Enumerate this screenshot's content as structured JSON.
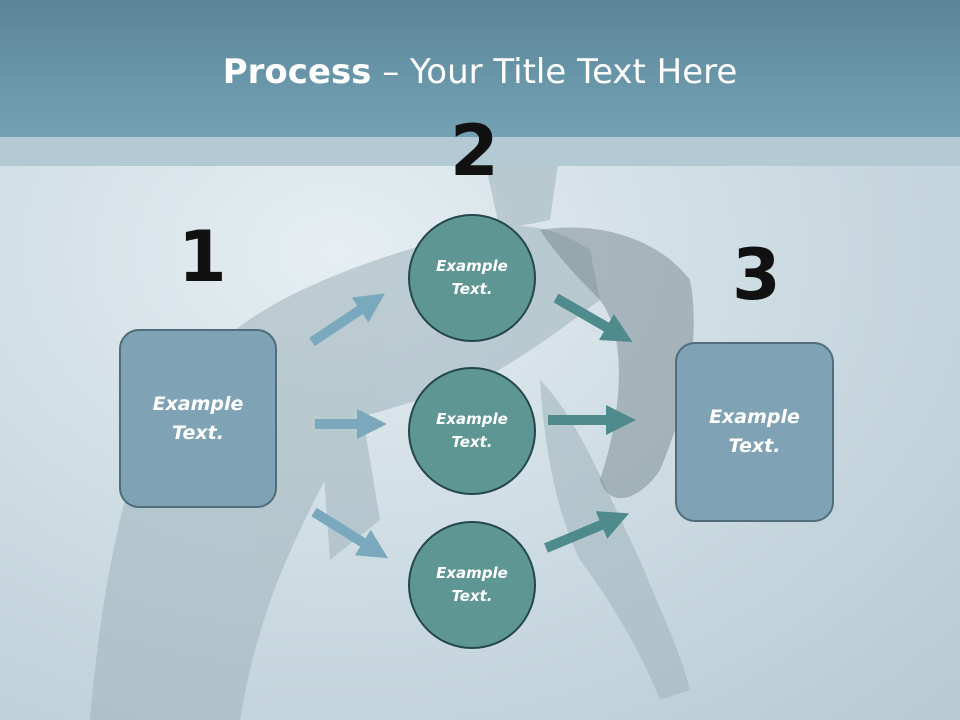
{
  "title": {
    "bold": "Process",
    "rest": " – Your Title Text Here"
  },
  "numbers": [
    "1",
    "2",
    "3"
  ],
  "left_box": {
    "line1": "Example",
    "line2": "Text."
  },
  "circles": [
    {
      "line1": "Example",
      "line2": "Text."
    },
    {
      "line1": "Example",
      "line2": "Text."
    },
    {
      "line1": "Example",
      "line2": "Text."
    }
  ],
  "right_box": {
    "line1": "Example",
    "line2": "Text."
  },
  "colors": {
    "header": "#6f9db0",
    "box": "#7fa3b4",
    "circle": "#5e9693",
    "arrow_light": "#7aa9bd",
    "arrow_dark": "#4f8a8d"
  }
}
